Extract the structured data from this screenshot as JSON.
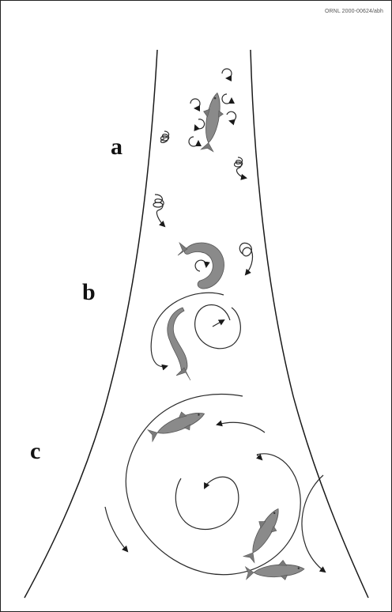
{
  "figure": {
    "doc_id": "ORNL 2000-00624/abh",
    "labels": {
      "a": "a",
      "b": "b",
      "c": "c"
    }
  },
  "colors": {
    "ink": "#1a1a1a",
    "fish": "#8a8a8a",
    "background": "#ffffff"
  },
  "icons": [
    "fish-icon",
    "vortex-icon",
    "arrowhead-icon"
  ]
}
